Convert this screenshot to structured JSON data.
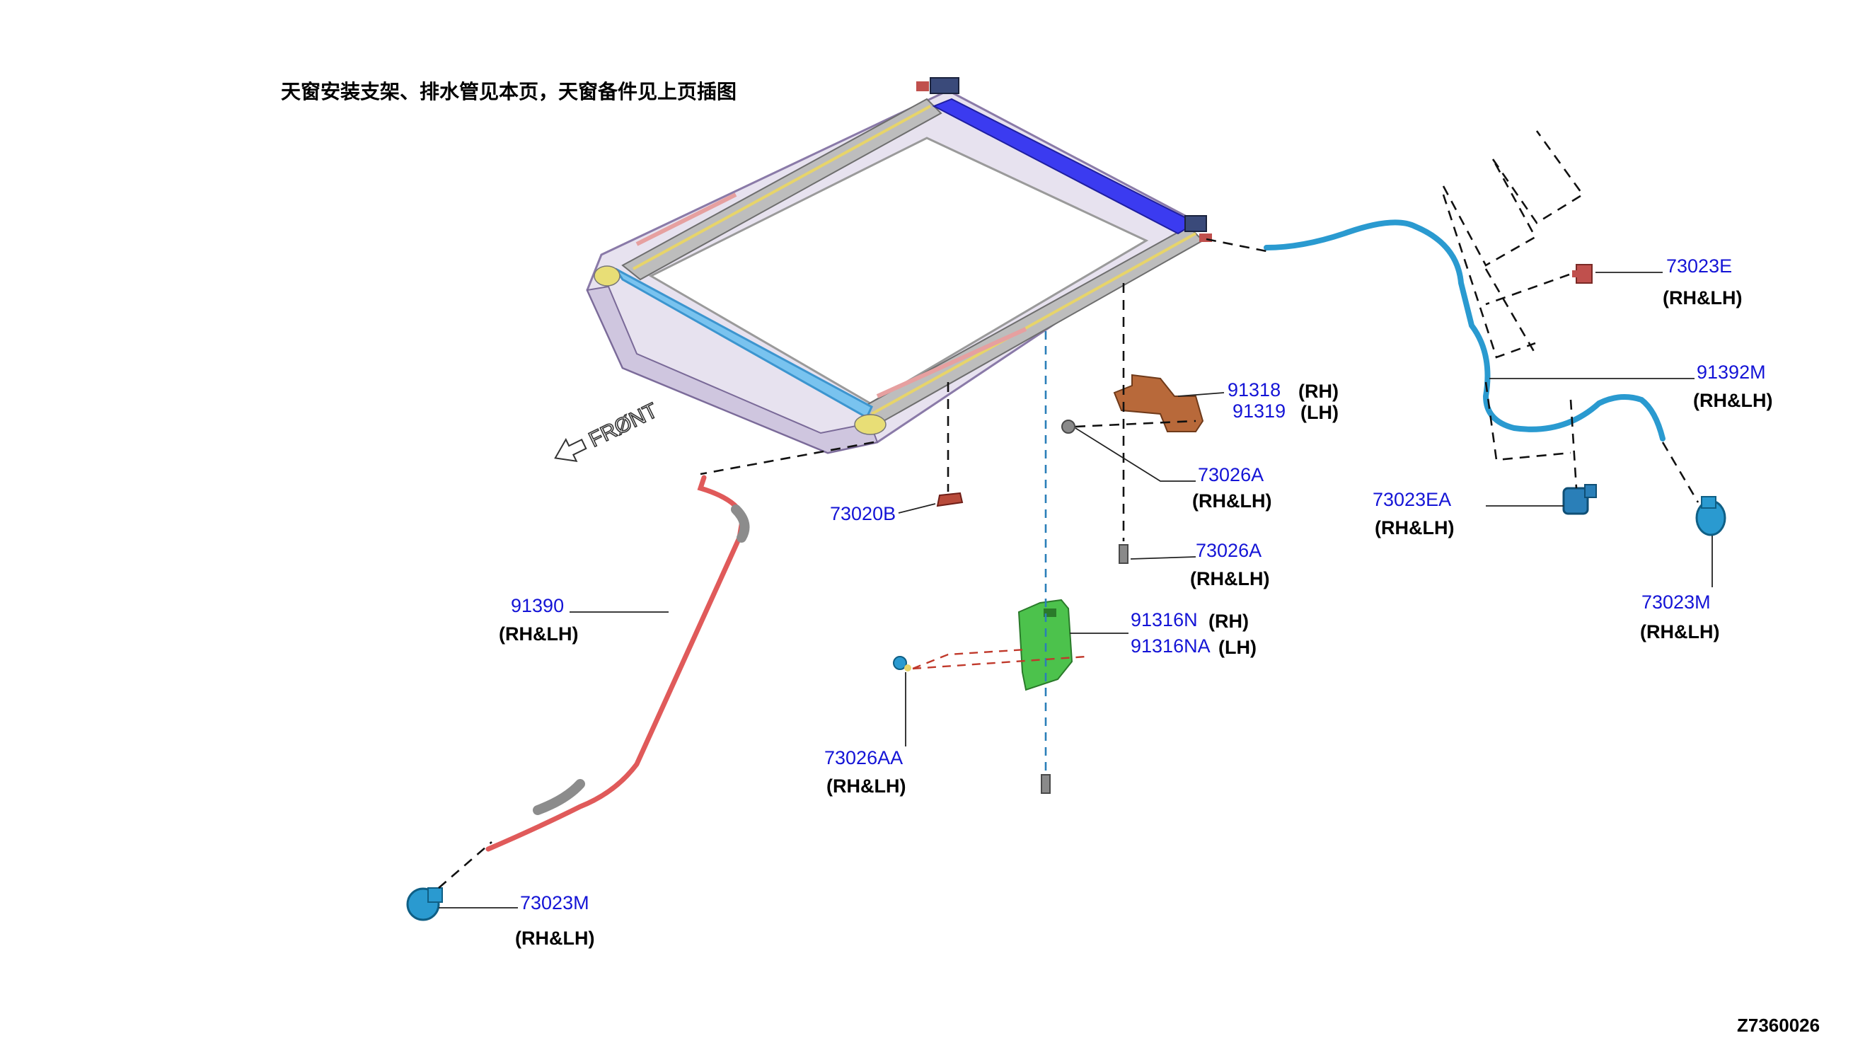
{
  "header": {
    "note": "天窗安装支架、排水管见本页，天窗备件见上页插图"
  },
  "front_indicator": "FRØNT",
  "footer": {
    "ref_code": "Z7360026"
  },
  "labels": {
    "l73023E": {
      "code": "73023E",
      "side": "(RH&LH)"
    },
    "l91392M": {
      "code": "91392M",
      "side": "(RH&LH)"
    },
    "l91318": {
      "code": "91318",
      "side": "(RH)"
    },
    "l91319": {
      "code": "91319",
      "side": "(LH)"
    },
    "l73026A_1": {
      "code": "73026A",
      "side": "(RH&LH)"
    },
    "l73026A_2": {
      "code": "73026A",
      "side": "(RH&LH)"
    },
    "l73020B": {
      "code": "73020B"
    },
    "l73023EA": {
      "code": "73023EA",
      "side": "(RH&LH)"
    },
    "l73023M_r": {
      "code": "73023M",
      "side": "(RH&LH)"
    },
    "l91390": {
      "code": "91390",
      "side": "(RH&LH)"
    },
    "l91316N": {
      "code": "91316N",
      "side": "(RH)"
    },
    "l91316NA": {
      "code": "91316NA",
      "side": "(LH)"
    },
    "l73026AA": {
      "code": "73026AA",
      "side": "(RH&LH)"
    },
    "l73023M_l": {
      "code": "73023M",
      "side": "(RH&LH)"
    }
  },
  "colors": {
    "part_code": "#1414d6",
    "drain_hose_front": "#e05a5a",
    "drain_hose_rear": "#2a9ad0",
    "bracket_green": "#4cc24c",
    "bracket_brown": "#b8693a",
    "rear_rail_blue": "#3b3bf0",
    "frame_gray": "#a9a9a9",
    "frame_outline": "#8a7aa8"
  }
}
